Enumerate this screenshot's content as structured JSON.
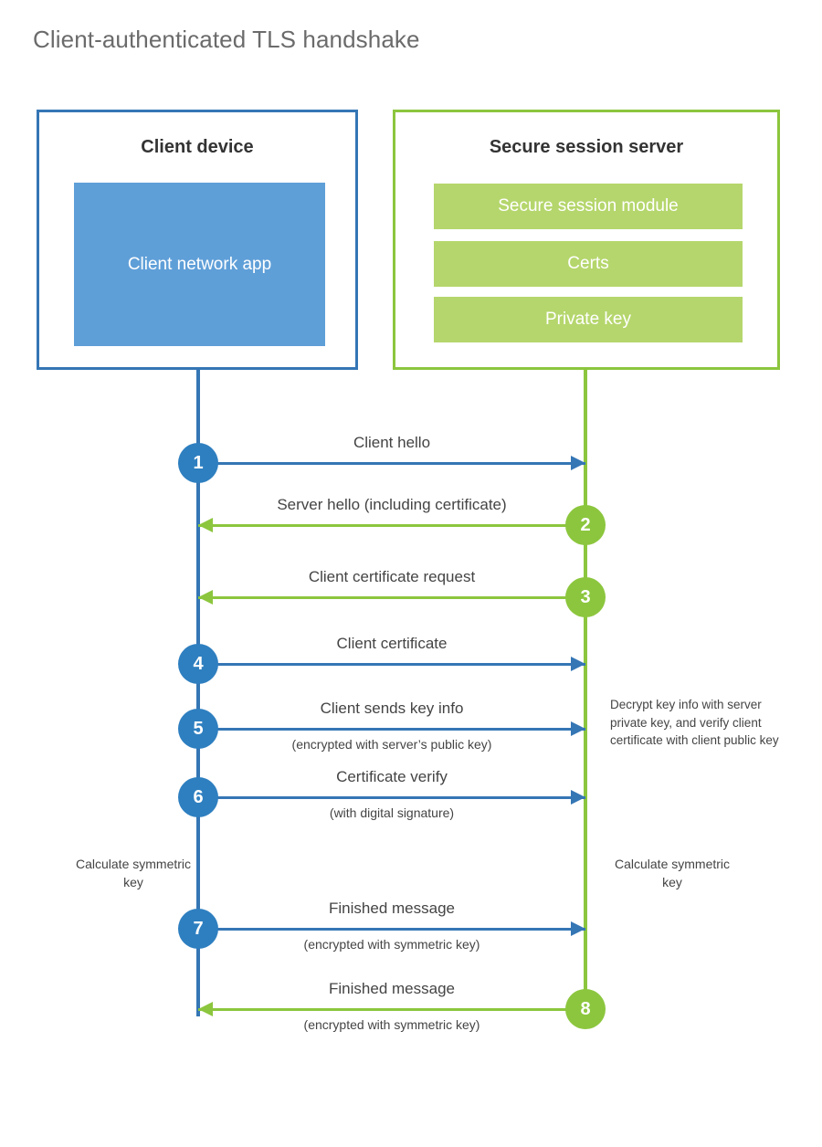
{
  "title": "Client-authenticated TLS handshake",
  "client": {
    "title": "Client device",
    "app_label": "Client network app"
  },
  "server": {
    "title": "Secure session server",
    "blocks": [
      {
        "label": "Secure session module"
      },
      {
        "label": "Certs"
      },
      {
        "label": "Private key"
      }
    ]
  },
  "colors": {
    "client_accent": "#3576b5",
    "client_circle": "#2e7fc0",
    "client_fill": "#5f9fd8",
    "server_accent": "#8cc63e",
    "server_fill": "#b5d66c",
    "title_text": "#6b6b6b",
    "body_text": "#444444"
  },
  "messages": [
    {
      "step": "1",
      "label": "Client hello",
      "sub": "",
      "direction": "to-server",
      "origin": "client"
    },
    {
      "step": "2",
      "label": "Server hello (including certificate)",
      "sub": "",
      "direction": "to-client",
      "origin": "server"
    },
    {
      "step": "3",
      "label": "Client certificate request",
      "sub": "",
      "direction": "to-client",
      "origin": "server"
    },
    {
      "step": "4",
      "label": "Client certificate",
      "sub": "",
      "direction": "to-server",
      "origin": "client"
    },
    {
      "step": "5",
      "label": "Client sends key info",
      "sub": "(encrypted with server’s public key)",
      "direction": "to-server",
      "origin": "client"
    },
    {
      "step": "6",
      "label": "Certificate verify",
      "sub": "(with digital signature)",
      "direction": "to-server",
      "origin": "client"
    },
    {
      "step": "7",
      "label": "Finished message",
      "sub": "(encrypted with symmetric key)",
      "direction": "to-server",
      "origin": "client"
    },
    {
      "step": "8",
      "label": "Finished message",
      "sub": "(encrypted with symmetric key)",
      "direction": "to-client",
      "origin": "server"
    }
  ],
  "notes": {
    "server_decrypt": "Decrypt key info with server private key, and verify client certificate with client public key",
    "client_calculate": "Calculate symmetric key",
    "server_calculate": "Calculate symmetric key"
  }
}
